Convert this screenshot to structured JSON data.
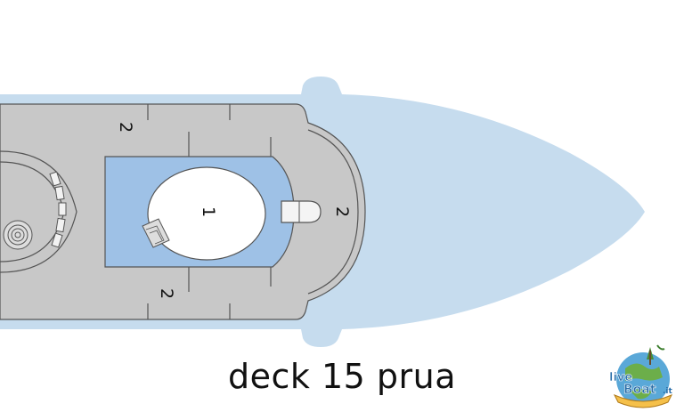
{
  "caption": "deck 15 prua",
  "zone_labels": {
    "pool_area": "1",
    "deck_top": "2",
    "deck_bottom": "2",
    "deck_bow": "2"
  },
  "logo": {
    "text_top": "live",
    "text_bottom": "Boat",
    "suffix": ".it"
  },
  "colors": {
    "hull": "#c6dcee",
    "deck": "#c8c8c8",
    "deck_border": "#555555",
    "pool_area": "#9ec1e6",
    "pool": "#ffffff",
    "text": "#111111"
  }
}
